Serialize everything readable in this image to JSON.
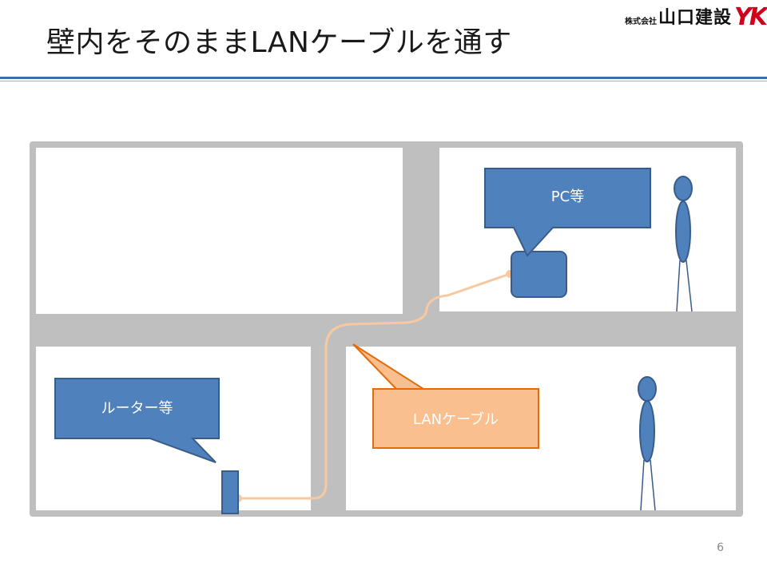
{
  "slide": {
    "title": "壁内をそのままLANケーブルを通す",
    "page_number": "6"
  },
  "logo": {
    "prefix": "株式会社",
    "name": "山口建設",
    "mark": "YK",
    "mark_color": "#d0021b"
  },
  "labels": {
    "pc": "PC等",
    "router": "ルーター等",
    "cable": "LANケーブル"
  },
  "colors": {
    "wall": "#bfbfbf",
    "device_fill": "#4f81bd",
    "device_stroke": "#385d8a",
    "cable": "#f8c9a0",
    "cable_callout_fill": "#f9bf8f",
    "cable_callout_stroke": "#e36c09"
  }
}
